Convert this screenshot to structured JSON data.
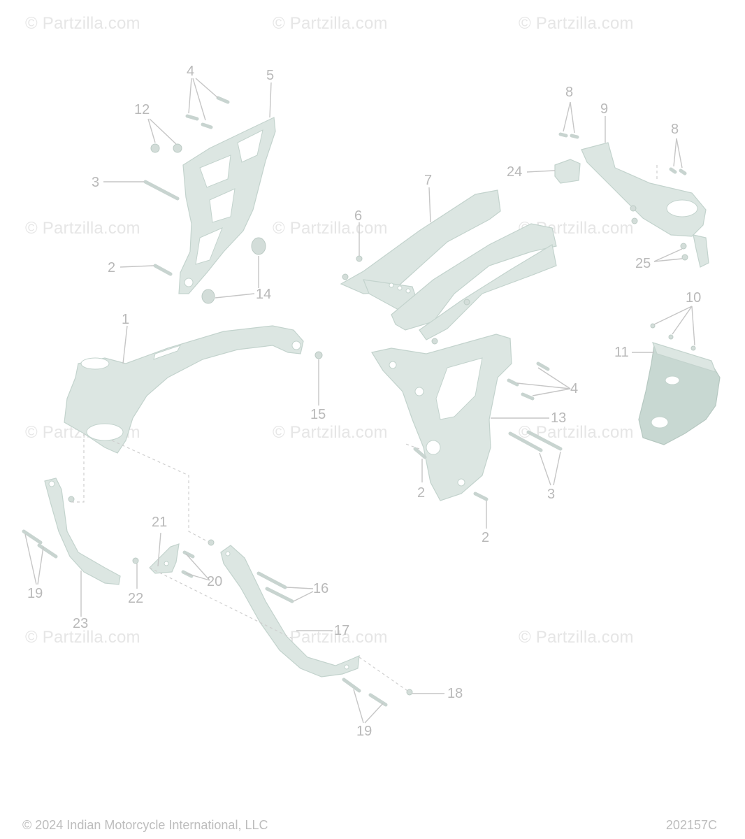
{
  "watermark": "© Partzilla.com",
  "callouts": {
    "c1": "1",
    "c2a": "2",
    "c2b": "2",
    "c2c": "2",
    "c3a": "3",
    "c3b": "3",
    "c4a": "4",
    "c4b": "4",
    "c5": "5",
    "c6": "6",
    "c7": "7",
    "c8a": "8",
    "c8b": "8",
    "c9": "9",
    "c10": "10",
    "c11": "11",
    "c12": "12",
    "c13": "13",
    "c14": "14",
    "c15": "15",
    "c16": "16",
    "c17": "17",
    "c18": "18",
    "c19a": "19",
    "c19b": "19",
    "c20": "20",
    "c21": "21",
    "c22": "22",
    "c23": "23",
    "c24": "24",
    "c25": "25"
  },
  "footer": {
    "copyright": "© 2024 Indian Motorcycle International, LLC",
    "diagram_id": "202157C"
  },
  "colors": {
    "part_fill": "#dce6e2",
    "callout_text": "#b9b9b9",
    "watermark_text": "#e6e6e6"
  }
}
